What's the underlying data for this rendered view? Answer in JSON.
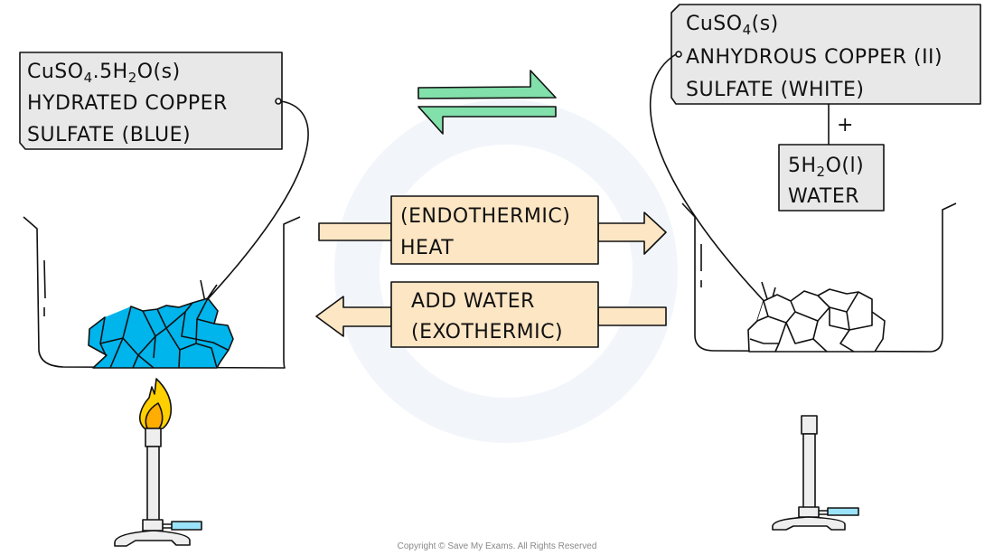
{
  "left_label": {
    "formula": "CuSO",
    "formula_sub": "4",
    "formula_rest": ".5H",
    "formula_sub2": "2",
    "formula_end": "O(s)",
    "line2": "HYDRATED  COPPER",
    "line3": "SULFATE  (BLUE)"
  },
  "right_label": {
    "formula": "CuSO",
    "formula_sub": "4",
    "formula_end": "(s)",
    "line2": "ANHYDROUS  COPPER (II)",
    "line3": "SULFATE  (WHITE)"
  },
  "plus": "+",
  "water_label": {
    "formula": "5H",
    "formula_sub": "2",
    "formula_end": "O(l)",
    "line2": "WATER"
  },
  "forward": {
    "line1": "(ENDOTHERMIC)",
    "line2": "HEAT"
  },
  "reverse": {
    "line1": "ADD  WATER",
    "line2": "(EXOTHERMIC)"
  },
  "copyright": "Copyright © Save My Exams. All Rights Reserved",
  "colors": {
    "hydrated": "#00b4ec",
    "equilibrium_arrow": "#82e0aa",
    "process_arrow": "#fde6c4",
    "label_box": "#e8e8e8",
    "flame_outer": "#ffd000",
    "flame_inner": "#ffad00",
    "gas_tube": "#9be3fa"
  }
}
